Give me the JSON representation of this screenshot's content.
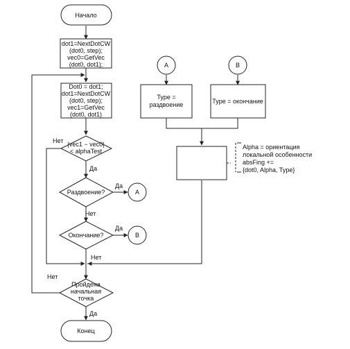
{
  "flowchart": {
    "start": "Начало",
    "end": "Конец",
    "block1": [
      "dot1=NextDotCW",
      "(dot0, step);",
      "vec0=GetVec",
      "(dot0, dot1);"
    ],
    "block2": [
      "Dot0 = dot1;",
      "dot1=NextDotCW",
      "(dot0, step);",
      "vec1=GetVec",
      "(dot0, dot1)"
    ],
    "decision_angle": [
      "|vec1 − vec0|",
      "< alphaTest"
    ],
    "decision_split": "Раздвоение?",
    "decision_end": "Окончание?",
    "decision_start_passed": [
      "Пройдена",
      "начальная",
      "точка"
    ],
    "type_split": [
      "Type =",
      "раздвоение"
    ],
    "type_end": "Type = окончание",
    "annotation": [
      "Alpha = ориентация",
      "локальной особенности",
      "absFing +=",
      "{dot0, Alpha, Type}"
    ],
    "connector_a": "A",
    "connector_b": "B"
  },
  "labels": {
    "yes": "Да",
    "no": "Нет"
  }
}
